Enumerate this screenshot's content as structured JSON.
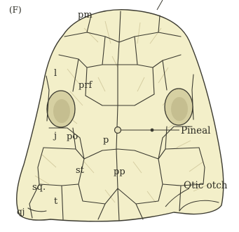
{
  "figure": {
    "panel_label": "(F)",
    "bones": {
      "pm": "pm",
      "l": "l",
      "prf": "prf",
      "j": "j",
      "po": "po",
      "p": "p",
      "st": "st",
      "pp": "pp",
      "sq": "sq.",
      "t": "t",
      "qj": "qj"
    },
    "annotations": {
      "pineal": "Pineal",
      "otic_notch": "Otic otch"
    }
  }
}
